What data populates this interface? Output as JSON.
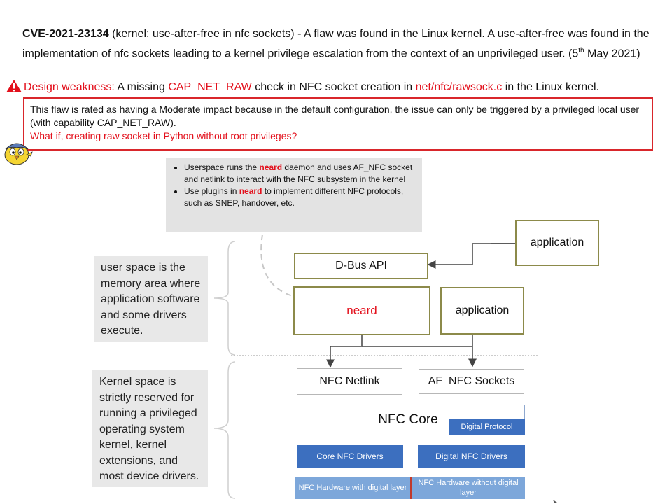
{
  "header": {
    "cve_id": "CVE-2021-23134",
    "cve_desc_a": " (kernel: use-after-free in nfc sockets)  - A flaw was found in the Linux kernel. A use-after-free was found in the implementation of nfc sockets leading to a kernel privilege escalation from the context of an unprivileged user. (5",
    "cve_sup": "th",
    "cve_desc_b": " May 2021)"
  },
  "weakness": {
    "label": "Design weakness:",
    "text_a": " A missing ",
    "cap": "CAP_NET_RAW",
    "text_b": "  check in NFC socket creation in ",
    "file": "net/nfc/rawsock.c",
    "text_c": " in the Linux kernel."
  },
  "note": {
    "line1": "This flaw is rated as having a Moderate impact because in the default configuration, the issue can only be triggered by a privileged local user (with capability CAP_NET_RAW).",
    "question": "What if, creating raw socket in Python without root privileges?"
  },
  "bullets": {
    "b1_pre": "Userspace runs the ",
    "b1_bold": "neard",
    "b1_post": " daemon and uses AF_NFC socket and netlink to interact with the NFC subsystem in the kernel",
    "b2_pre": "Use plugins in ",
    "b2_bold": "neard",
    "b2_post": " to implement different NFC protocols, such as SNEP, handover, etc."
  },
  "side_notes": {
    "user_space": "user space is the memory area where application software and some drivers execute.",
    "kernel_space": "Kernel space is strictly  reserved for running a privileged operating system kernel, kernel extensions, and most device drivers."
  },
  "diagram": {
    "application_top": "application",
    "dbus": "D-Bus API",
    "neard": "neard",
    "application_mid": "application",
    "nfc_netlink": "NFC Netlink",
    "af_nfc": "AF_NFC Sockets",
    "nfc_core": "NFC Core",
    "digital_protocol": "Digital Protocol",
    "core_drivers": "Core NFC Drivers",
    "digital_drivers": "Digital NFC Drivers",
    "hw_digital": "NFC Hardware with digital layer",
    "hw_no_digital": "NFC Hardware without digital  layer"
  },
  "colors": {
    "accent_red": "#e3101c",
    "box_border_red": "#d9262b",
    "olive_border": "#8c8a4a",
    "blue_bar": "#3c6fbf",
    "light_blue": "#7da7da"
  }
}
